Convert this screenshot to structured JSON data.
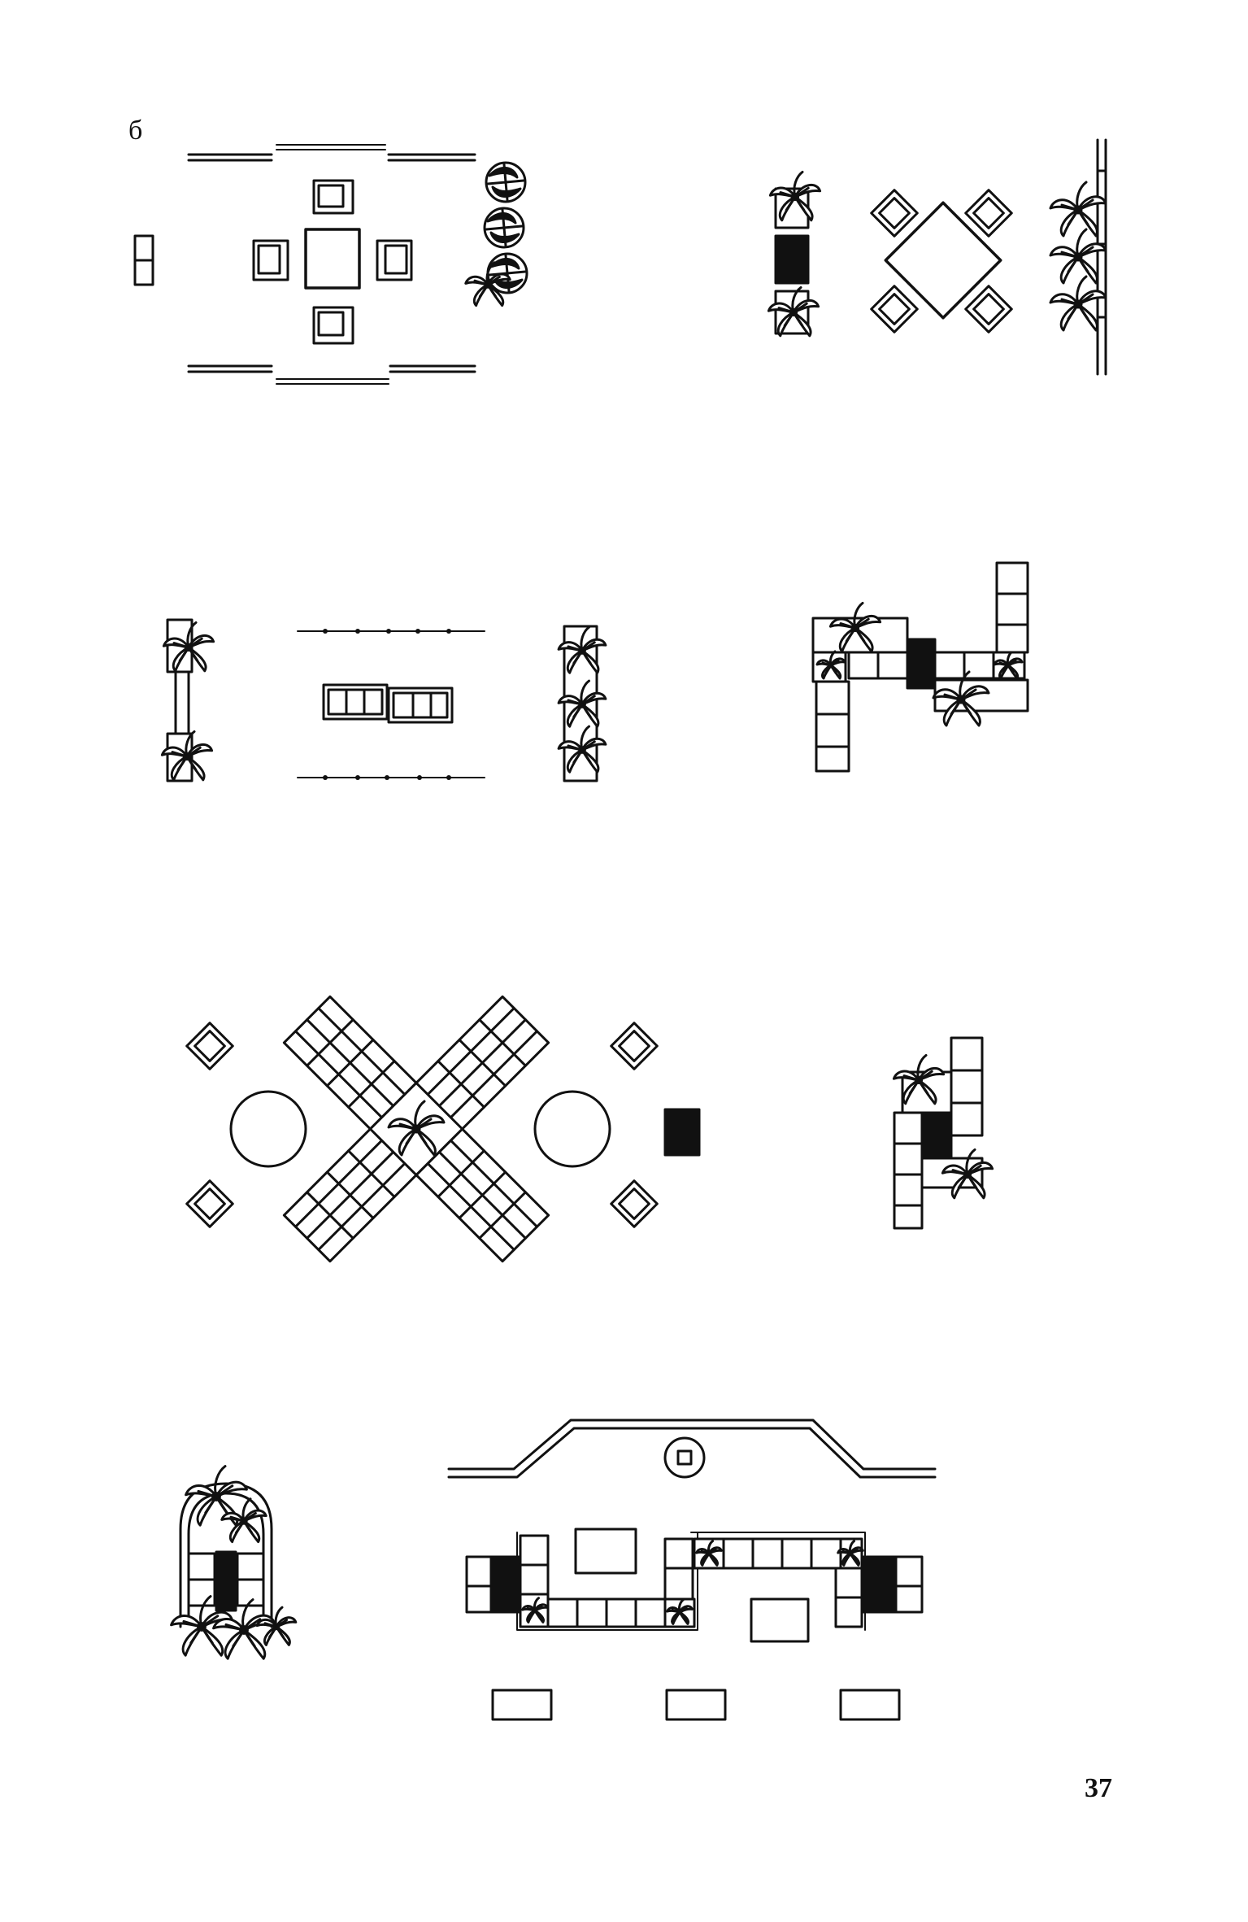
{
  "figure_label": "б",
  "page_number": "37",
  "colors": {
    "ink": "#111111",
    "paper": "#ffffff"
  },
  "plans": [
    {
      "id": "square-table-with-four-chairs"
    },
    {
      "id": "diagonal-table-with-four-chairs"
    },
    {
      "id": "bench-with-planters"
    },
    {
      "id": "l-shaped-bench"
    },
    {
      "id": "x-shaped-benches-with-round-tables"
    },
    {
      "id": "small-l-bench"
    },
    {
      "id": "arched-niche-with-planter"
    },
    {
      "id": "entrance-seating-layout"
    }
  ]
}
